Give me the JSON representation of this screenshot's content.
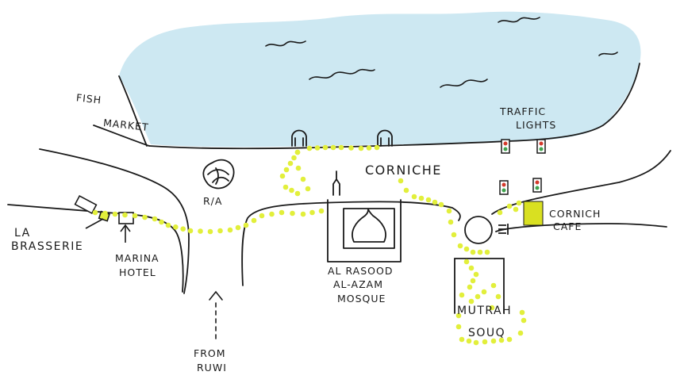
{
  "colors": {
    "sea": "#cde8f2",
    "ink": "#1a1a1a",
    "route_dots": "#e2ef3b",
    "cafe_fill": "#d9e021",
    "traffic_light_red": "#d33a2c",
    "traffic_light_green": "#3fa34d"
  },
  "icons": [
    "wave-icon",
    "roundabout-icon",
    "traffic-light-icon",
    "mosque-dome-icon",
    "minaret-icon",
    "gate-icon",
    "arrow-up-icon"
  ],
  "labels": {
    "fish": "FISH",
    "market": "MARKET",
    "traffic": "TRAFFIC",
    "lights": "LIGHTS",
    "corniche": "CORNICHE",
    "ra": "R/A",
    "cornich": "CORNICH",
    "cafe": "CAFE",
    "la": "LA",
    "brasserie": "BRASSERIE",
    "marina": "MARINA",
    "hotel": "HOTEL",
    "mosque_1": "AL RASOOD",
    "mosque_2": "AL-AZAM",
    "mosque_3": "MOSQUE",
    "mutrah": "MUTRAH",
    "souq": "SOUQ",
    "from": "FROM",
    "ruwi": "RUWI"
  }
}
